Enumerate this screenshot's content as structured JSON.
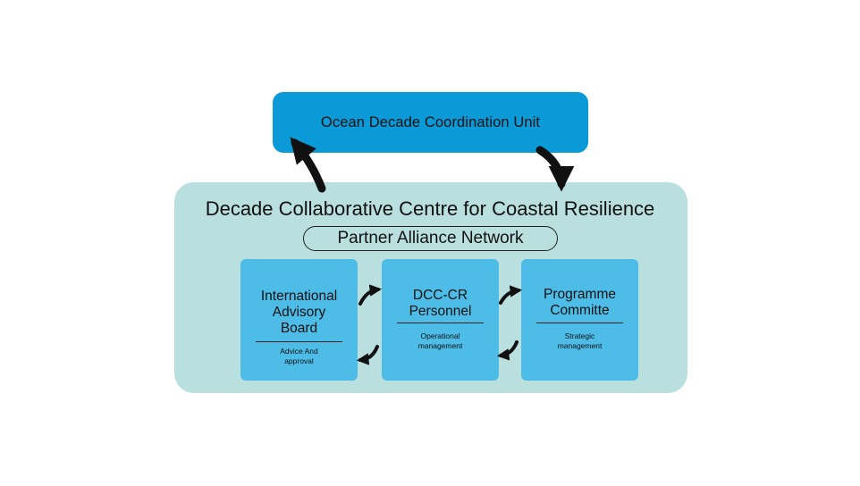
{
  "unit": {
    "title": "Ocean Decade Coordination Unit"
  },
  "centre": {
    "title": "Decade Collaborative Centre for Coastal Resilience"
  },
  "network": {
    "title": "Partner Alliance Network"
  },
  "boxes": [
    {
      "title_lines": [
        "International",
        "Advisory",
        "Board"
      ],
      "note_lines": [
        "Advice And",
        "approval"
      ]
    },
    {
      "title_lines": [
        "DCC-CR",
        "Personnel"
      ],
      "note_lines": [
        "Operational",
        "management"
      ]
    },
    {
      "title_lines": [
        "Programme",
        "Committe"
      ],
      "note_lines": [
        "Strategic",
        "management"
      ]
    }
  ],
  "colors": {
    "unit_fill": "#0a9ad8",
    "centre_fill": "#b9e0df",
    "box_fill": "#4dbce7",
    "arrow": "#111111"
  }
}
